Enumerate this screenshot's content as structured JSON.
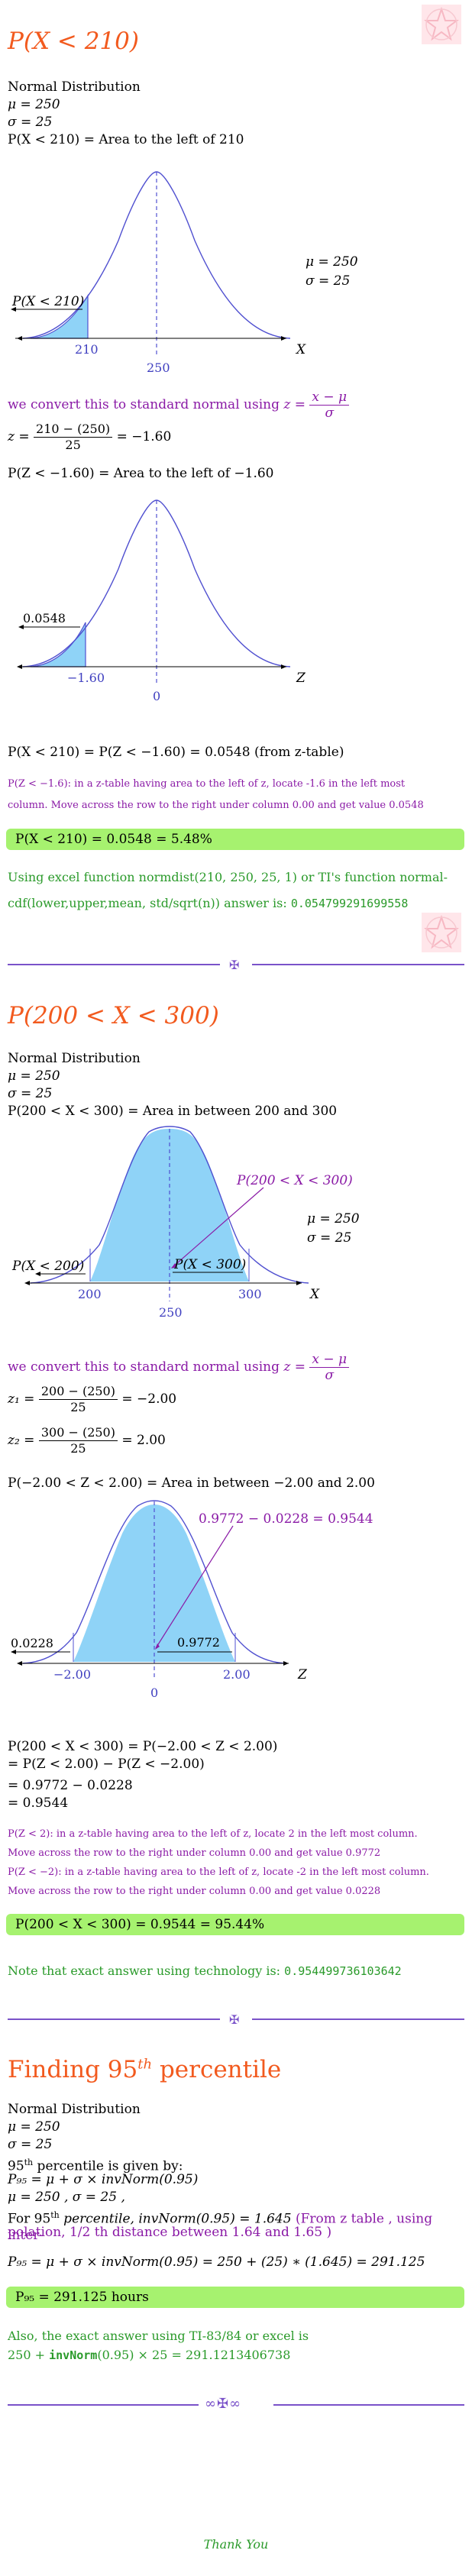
{
  "section1": {
    "title": "P(X < 210)",
    "lines": [
      "Normal Distribution",
      "μ = 250",
      "σ = 25",
      "P(X < 210) = Area to the left of 210"
    ],
    "chart1": {
      "mu": "μ = 250",
      "sigma": "σ = 25",
      "region": "P(X < 210)",
      "tick_left": "210",
      "tick_center": "250",
      "axis": "X"
    },
    "convert_text": "we convert this to standard normal using",
    "z_formula": {
      "prefix": "z =",
      "num": "x − μ",
      "den": "σ"
    },
    "z_calc": {
      "prefix": "z =",
      "num": "210 − (250)",
      "den": "25",
      "result": "= −1.60"
    },
    "pz_line": "P(Z < −1.60) = Area to the left of −1.60",
    "chart2": {
      "value": "0.0548",
      "tick_left": "−1.60",
      "tick_center": "0",
      "axis": "Z"
    },
    "equality": "P(X < 210) = P(Z < −1.60) = 0.0548 (from z-table)",
    "note_a": "P(Z < −1.6): in a z-table having area to the left of z, locate -1.6 in the left most",
    "note_b": "column. Move across the row to the right under column 0.00 and get value 0.0548",
    "answer": "P(X < 210) = 0.0548 = 5.48%",
    "excel_a": "Using excel function normdist(210, 250, 25, 1) or TI's function normal-",
    "excel_b": "cdf(lower,upper,mean, std/sqrt(n)) answer is:",
    "excel_value": "0.054799291699558"
  },
  "section2": {
    "title": "P(200 < X < 300)",
    "lines": [
      "Normal Distribution",
      "μ = 250",
      "σ = 25",
      "P(200 < X < 300) = Area in between 200 and 300"
    ],
    "chart1": {
      "mu": "μ = 250",
      "sigma": "σ = 25",
      "region_top": "P(200 < X < 300)",
      "region_left": "P(X < 200)",
      "region_right": "P(X < 300)",
      "tick_left": "200",
      "tick_center": "250",
      "tick_right": "300",
      "axis": "X"
    },
    "convert_text": "we convert this to standard normal using",
    "z_formula": {
      "prefix": "z =",
      "num": "x − μ",
      "den": "σ"
    },
    "z1": {
      "prefix": "z₁ =",
      "num": "200 − (250)",
      "den": "25",
      "result": "= −2.00"
    },
    "z2": {
      "prefix": "z₂ =",
      "num": "300 − (250)",
      "den": "25",
      "result": "= 2.00"
    },
    "pz_line": "P(−2.00 < Z < 2.00) = Area in between −2.00 and 2.00",
    "chart2": {
      "diff": "0.9772 − 0.0228 = 0.9544",
      "left_value": "0.0228",
      "right_value": "0.9772",
      "tick_left": "−2.00",
      "tick_center": "0",
      "tick_right": "2.00",
      "axis": "Z"
    },
    "work": [
      "P(200 < X < 300) = P(−2.00 < Z < 2.00)",
      "= P(Z < 2.00) − P(Z < −2.00)",
      "= 0.9772 − 0.0228",
      "= 0.9544"
    ],
    "notes": [
      "P(Z < 2): in a z-table having area to the left of z, locate 2 in the left most column.",
      "Move across the row to the right under column 0.00 and get value 0.9772",
      "P(Z < −2): in a z-table having area to the left of z, locate -2 in the left most column.",
      "Move across the row to the right under column 0.00 and get value 0.0228"
    ],
    "answer": "P(200 < X < 300) = 0.9544 = 95.44%",
    "exact_text": "Note that exact answer using technology is:",
    "exact_value": "0.954499736103642"
  },
  "section3": {
    "title_main": "Finding 95",
    "title_sup": "th",
    "title_tail": " percentile",
    "lines": [
      "Normal Distribution",
      "μ = 250",
      "σ = 25"
    ],
    "given_main": "95",
    "given_sup": "th",
    "given_tail": " percentile is given by:",
    "formula": "P₉₅ = μ + σ × invNorm(0.95)",
    "musig": "μ = 250 , σ = 25 ,",
    "for_a": "For 95",
    "for_sup": "th",
    "for_b": " percentile, invNorm(0.95) = 1.645",
    "for_c": "(From z table , using inter-",
    "for_d": "polation, 1/2 th distance between 1.64 and 1.65 )",
    "calc": "P₉₅ = μ + σ × invNorm(0.95) = 250 + (25) ∗ (1.645) = 291.125",
    "answer": "P₉₅ = 291.125 hours",
    "also_a": "Also, the exact answer using TI-83/84 or excel is",
    "also_b": "250 + ",
    "also_c": "invNorm",
    "also_d": "(0.95) × 25 = 291.1213406738"
  },
  "footer": {
    "thanks": "Thank You"
  },
  "colors": {
    "title": "#f25a1e",
    "purple": "#8a1aa6",
    "green": "#2a9a2a",
    "answer_bg": "#a6f26f",
    "curve": "#5050d0",
    "fill": "#8fd3f7"
  }
}
